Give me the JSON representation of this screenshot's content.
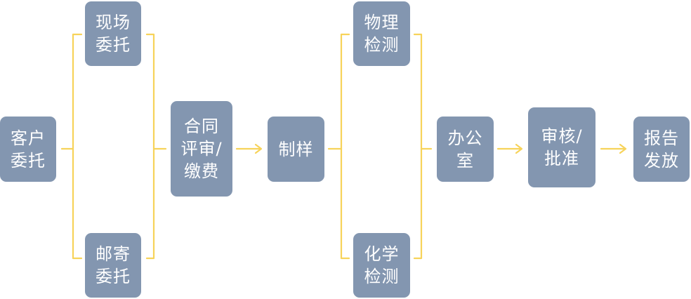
{
  "colors": {
    "node_fill": "#8396b0",
    "node_text": "#ffffff",
    "connector": "#f7d35a"
  },
  "nodes": {
    "customer_commission": {
      "line1": "客户",
      "line2": "委托"
    },
    "onsite_commission": {
      "line1": "现场",
      "line2": "委托"
    },
    "mail_commission": {
      "line1": "邮寄",
      "line2": "委托"
    },
    "contract_review": {
      "line1": "合同",
      "line2": "评审/",
      "line3": "缴费"
    },
    "sample_prep": {
      "line1": "制样"
    },
    "physical_test": {
      "line1": "物理",
      "line2": "检测"
    },
    "chemical_test": {
      "line1": "化学",
      "line2": "检测"
    },
    "office": {
      "line1": "办公",
      "line2": "室"
    },
    "review_approval": {
      "line1": "审核/",
      "line2": "批准"
    },
    "report_issue": {
      "line1": "报告",
      "line2": "发放"
    }
  }
}
